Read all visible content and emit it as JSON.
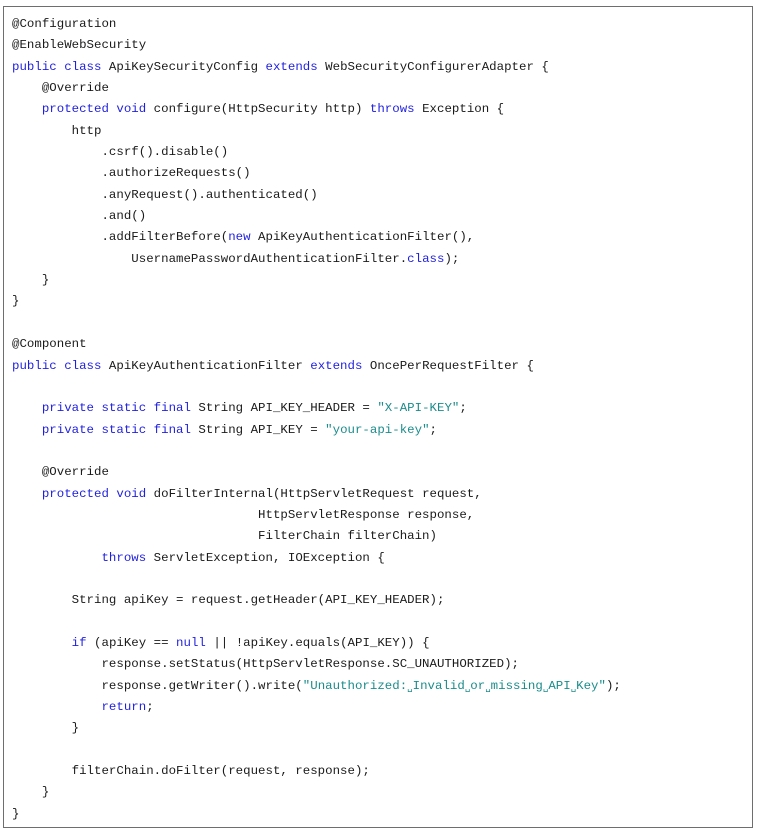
{
  "document": {
    "type": "code-listing",
    "language": "Java",
    "colors": {
      "keyword": "#1f1fe0",
      "string": "#1a8c8c",
      "text": "#1a1a1a",
      "border": "#6e6e6e"
    },
    "lines": [
      [
        {
          "t": "@Configuration"
        }
      ],
      [
        {
          "t": "@EnableWebSecurity"
        }
      ],
      [
        {
          "t": "public class",
          "k": "kw"
        },
        {
          "t": " ApiKeySecurityConfig "
        },
        {
          "t": "extends",
          "k": "kw"
        },
        {
          "t": " WebSecurityConfigurerAdapter {"
        }
      ],
      [
        {
          "t": "    @Override"
        }
      ],
      [
        {
          "t": "    "
        },
        {
          "t": "protected void",
          "k": "kw"
        },
        {
          "t": " configure(HttpSecurity http) "
        },
        {
          "t": "throws",
          "k": "kw"
        },
        {
          "t": " Exception {"
        }
      ],
      [
        {
          "t": "        http"
        }
      ],
      [
        {
          "t": "            .csrf().disable()"
        }
      ],
      [
        {
          "t": "            .authorizeRequests()"
        }
      ],
      [
        {
          "t": "            .anyRequest().authenticated()"
        }
      ],
      [
        {
          "t": "            .and()"
        }
      ],
      [
        {
          "t": "            .addFilterBefore("
        },
        {
          "t": "new",
          "k": "kw"
        },
        {
          "t": " ApiKeyAuthenticationFilter(),"
        }
      ],
      [
        {
          "t": "                UsernamePasswordAuthenticationFilter."
        },
        {
          "t": "class",
          "k": "kw"
        },
        {
          "t": ");"
        }
      ],
      [
        {
          "t": "    }"
        }
      ],
      [
        {
          "t": "}"
        }
      ],
      [
        {
          "t": ""
        }
      ],
      [
        {
          "t": "@Component"
        }
      ],
      [
        {
          "t": "public class",
          "k": "kw"
        },
        {
          "t": " ApiKeyAuthenticationFilter "
        },
        {
          "t": "extends",
          "k": "kw"
        },
        {
          "t": " OncePerRequestFilter {"
        }
      ],
      [
        {
          "t": ""
        }
      ],
      [
        {
          "t": "    "
        },
        {
          "t": "private static final",
          "k": "kw"
        },
        {
          "t": " String API_KEY_HEADER = "
        },
        {
          "t": "\"X-API-KEY\"",
          "k": "str"
        },
        {
          "t": ";"
        }
      ],
      [
        {
          "t": "    "
        },
        {
          "t": "private static final",
          "k": "kw"
        },
        {
          "t": " String API_KEY = "
        },
        {
          "t": "\"your-api-key\"",
          "k": "str"
        },
        {
          "t": ";"
        }
      ],
      [
        {
          "t": ""
        }
      ],
      [
        {
          "t": "    @Override"
        }
      ],
      [
        {
          "t": "    "
        },
        {
          "t": "protected void",
          "k": "kw"
        },
        {
          "t": " doFilterInternal(HttpServletRequest request,"
        }
      ],
      [
        {
          "t": "                                 HttpServletResponse response,"
        }
      ],
      [
        {
          "t": "                                 FilterChain filterChain)"
        }
      ],
      [
        {
          "t": "            "
        },
        {
          "t": "throws",
          "k": "kw"
        },
        {
          "t": " ServletException, IOException {"
        }
      ],
      [
        {
          "t": ""
        }
      ],
      [
        {
          "t": "        String apiKey = request.getHeader(API_KEY_HEADER);"
        }
      ],
      [
        {
          "t": ""
        }
      ],
      [
        {
          "t": "        "
        },
        {
          "t": "if",
          "k": "kw"
        },
        {
          "t": " (apiKey == "
        },
        {
          "t": "null",
          "k": "kw"
        },
        {
          "t": " || !apiKey.equals(API_KEY)) {"
        }
      ],
      [
        {
          "t": "            response.setStatus(HttpServletResponse.SC_UNAUTHORIZED);"
        }
      ],
      [
        {
          "t": "            response.getWriter().write("
        },
        {
          "t": "\"Unauthorized:",
          "k": "str"
        },
        {
          "t": "␣",
          "k": "vs"
        },
        {
          "t": "Invalid",
          "k": "str"
        },
        {
          "t": "␣",
          "k": "vs"
        },
        {
          "t": "or",
          "k": "str"
        },
        {
          "t": "␣",
          "k": "vs"
        },
        {
          "t": "missing",
          "k": "str"
        },
        {
          "t": "␣",
          "k": "vs"
        },
        {
          "t": "API",
          "k": "str"
        },
        {
          "t": "␣",
          "k": "vs"
        },
        {
          "t": "Key\"",
          "k": "str"
        },
        {
          "t": ");"
        }
      ],
      [
        {
          "t": "            "
        },
        {
          "t": "return",
          "k": "kw"
        },
        {
          "t": ";"
        }
      ],
      [
        {
          "t": "        }"
        }
      ],
      [
        {
          "t": ""
        }
      ],
      [
        {
          "t": "        filterChain.doFilter(request, response);"
        }
      ],
      [
        {
          "t": "    }"
        }
      ],
      [
        {
          "t": "}"
        }
      ]
    ]
  }
}
